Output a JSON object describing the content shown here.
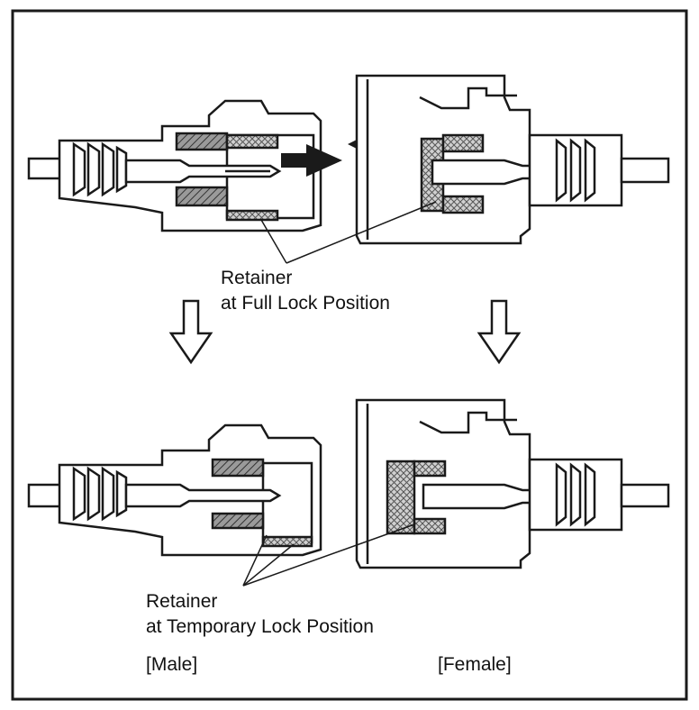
{
  "labels": {
    "retainer_full_line1": "Retainer",
    "retainer_full_line2": "at Full Lock Position",
    "retainer_temp_line1": "Retainer",
    "retainer_temp_line2": "at Temporary Lock Position",
    "male": "[Male]",
    "female": "[Female]"
  },
  "colors": {
    "line": "#1a1a1a",
    "body": "#ffffff",
    "hatch_dark": "#8a8a8a",
    "hatch_light": "#c8c8c8",
    "arrow_fill": "#1a1a1a"
  }
}
